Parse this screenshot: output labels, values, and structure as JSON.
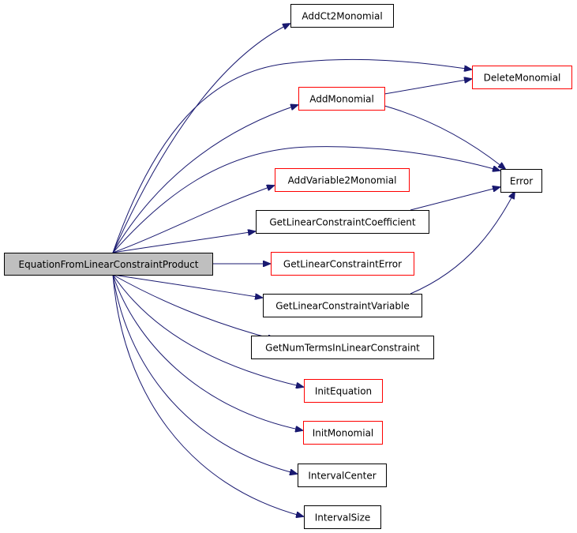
{
  "diagram": {
    "root": {
      "id": "root",
      "label": "EquationFromLinearConstraintProduct",
      "fill": "#bfbfbf",
      "border": "#000000"
    },
    "nodes": [
      {
        "id": "addct2",
        "label": "AddCt2Monomial",
        "border": "#000000"
      },
      {
        "id": "delmon",
        "label": "DeleteMonomial",
        "border": "#ff0000"
      },
      {
        "id": "addmon",
        "label": "AddMonomial",
        "border": "#ff0000"
      },
      {
        "id": "error",
        "label": "Error",
        "border": "#000000"
      },
      {
        "id": "addvar",
        "label": "AddVariable2Monomial",
        "border": "#ff0000"
      },
      {
        "id": "getcoef",
        "label": "GetLinearConstraintCoefficient",
        "border": "#000000"
      },
      {
        "id": "geterr",
        "label": "GetLinearConstraintError",
        "border": "#ff0000"
      },
      {
        "id": "getvar",
        "label": "GetLinearConstraintVariable",
        "border": "#000000"
      },
      {
        "id": "getnum",
        "label": "GetNumTermsInLinearConstraint",
        "border": "#000000"
      },
      {
        "id": "initeq",
        "label": "InitEquation",
        "border": "#ff0000"
      },
      {
        "id": "initmon",
        "label": "InitMonomial",
        "border": "#ff0000"
      },
      {
        "id": "icenter",
        "label": "IntervalCenter",
        "border": "#000000"
      },
      {
        "id": "isize",
        "label": "IntervalSize",
        "border": "#000000"
      }
    ],
    "edges": [
      {
        "from": "root",
        "to": "addct2"
      },
      {
        "from": "root",
        "to": "delmon"
      },
      {
        "from": "root",
        "to": "addmon"
      },
      {
        "from": "root",
        "to": "error"
      },
      {
        "from": "root",
        "to": "addvar"
      },
      {
        "from": "root",
        "to": "getcoef"
      },
      {
        "from": "root",
        "to": "geterr"
      },
      {
        "from": "root",
        "to": "getvar"
      },
      {
        "from": "root",
        "to": "getnum"
      },
      {
        "from": "root",
        "to": "initeq"
      },
      {
        "from": "root",
        "to": "initmon"
      },
      {
        "from": "root",
        "to": "icenter"
      },
      {
        "from": "root",
        "to": "isize"
      },
      {
        "from": "addmon",
        "to": "delmon"
      },
      {
        "from": "addmon",
        "to": "error"
      },
      {
        "from": "getcoef",
        "to": "error"
      },
      {
        "from": "getvar",
        "to": "error"
      }
    ],
    "edge_color": "#191970"
  }
}
